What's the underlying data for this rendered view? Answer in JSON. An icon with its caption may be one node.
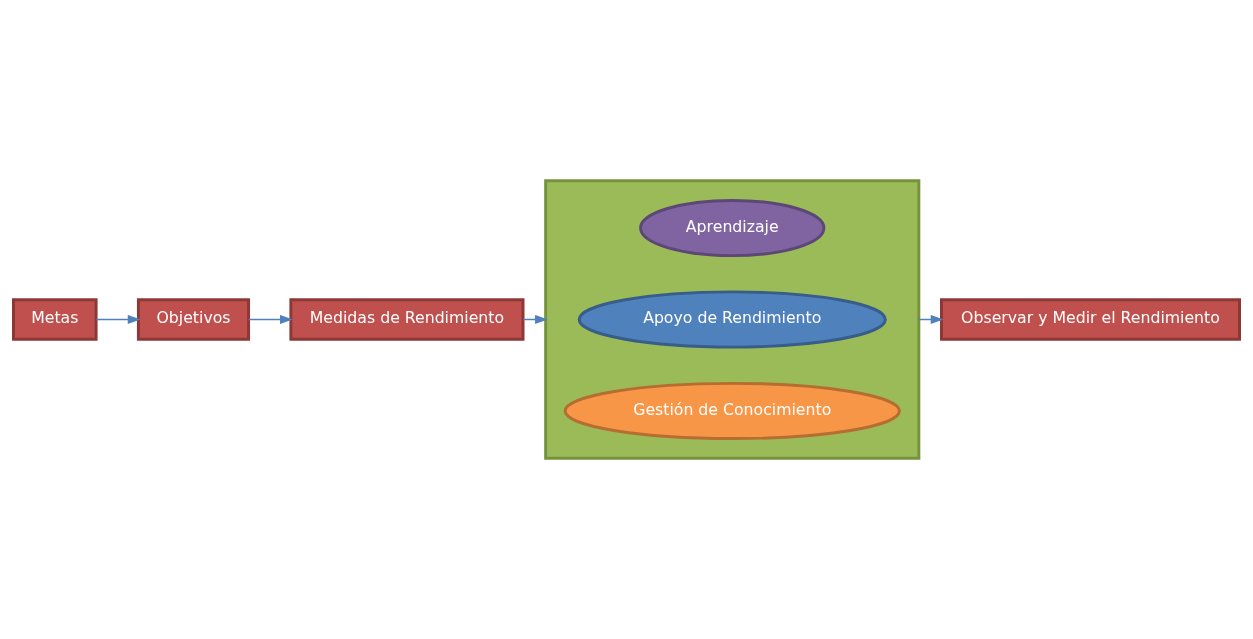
{
  "diagram": {
    "nodes": [
      {
        "text": [
          "Metas"
        ]
      },
      {
        "text": [
          "Objetivos"
        ]
      },
      {
        "text": [
          "Medidas de Rendimiento"
        ]
      },
      {
        "text": [],
        "shape": "box"
      },
      {
        "text": [
          "Aprendizaje"
        ],
        "in": 3
      },
      {
        "text": [
          "Apoyo de Rendimiento"
        ],
        "in": 3
      },
      {
        "text": [
          "Gestión de Conocimiento"
        ],
        "in": 3
      },
      {
        "text": [
          "Observar y Medir el Rendimiento"
        ]
      }
    ],
    "edges": [
      {
        "from": 0,
        "to": 1,
        "arrow": "to"
      },
      {
        "from": 1,
        "to": 2,
        "arrow": "to"
      },
      {
        "from": 2,
        "to": 3,
        "arrow": "to"
      },
      {
        "from": 3,
        "to": 7,
        "arrow": "to"
      }
    ]
  }
}
